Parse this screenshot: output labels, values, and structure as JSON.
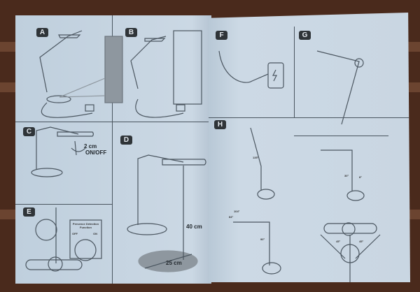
{
  "sections": {
    "a": "A",
    "b": "B",
    "c": "C",
    "d": "D",
    "e": "E",
    "f": "F",
    "g": "G",
    "h": "H"
  },
  "panel_c": {
    "distance": "2 cm",
    "switch": "ON/OFF"
  },
  "panel_d": {
    "height": "40 cm",
    "diameter": "25 cm"
  },
  "panel_e": {
    "title": "Presence Detection Function",
    "off": "OFF",
    "on": "ON"
  },
  "panel_h": {
    "angles": [
      "135°",
      "30°",
      "8°",
      "104°",
      "84°",
      "90°",
      "45°",
      "45°"
    ]
  },
  "colors": {
    "page": "#c7d5e2",
    "wood": "#4a2a1c",
    "badge": "#2f3438",
    "shade": "#8e979f"
  }
}
